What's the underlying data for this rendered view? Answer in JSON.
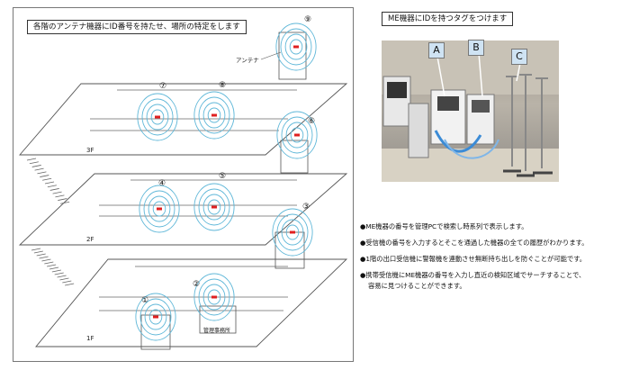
{
  "diagram": {
    "title": "各階のアンテナ機器にID番号を持たせ、場所の特定をします",
    "antenna_label": "アンテナ",
    "office_label": "管理事務所",
    "floors": [
      {
        "id": "3F",
        "label": "3F"
      },
      {
        "id": "2F",
        "label": "2F"
      },
      {
        "id": "1F",
        "label": "1F"
      }
    ],
    "antennas": [
      {
        "num": "①"
      },
      {
        "num": "②"
      },
      {
        "num": "③"
      },
      {
        "num": "④"
      },
      {
        "num": "⑤"
      },
      {
        "num": "⑥"
      },
      {
        "num": "⑦"
      },
      {
        "num": "⑧"
      },
      {
        "num": "⑨"
      }
    ],
    "colors": {
      "waves": "#5fb7d8",
      "device": "#e02020",
      "lines": "#666666"
    }
  },
  "photo_section": {
    "title": "ME機器にIDを持つタグをつけます",
    "tags": [
      "A",
      "B",
      "C"
    ]
  },
  "notes": [
    {
      "lines": [
        "●ME機器の番号を管理PCで検索し時系列で表示します。"
      ]
    },
    {
      "lines": [
        "●受信機の番号を入力するとそこを通過した機器の全ての履歴がわかります。"
      ]
    },
    {
      "lines": [
        "●1階の出口受信機に警報機を連動させ無断持ち出しを防ぐことが可能です。"
      ]
    },
    {
      "lines": [
        "●携帯受信機にME機器の番号を入力し直近の検知区域でサーチすることで、",
        "容易に見つけることができます。"
      ]
    }
  ]
}
